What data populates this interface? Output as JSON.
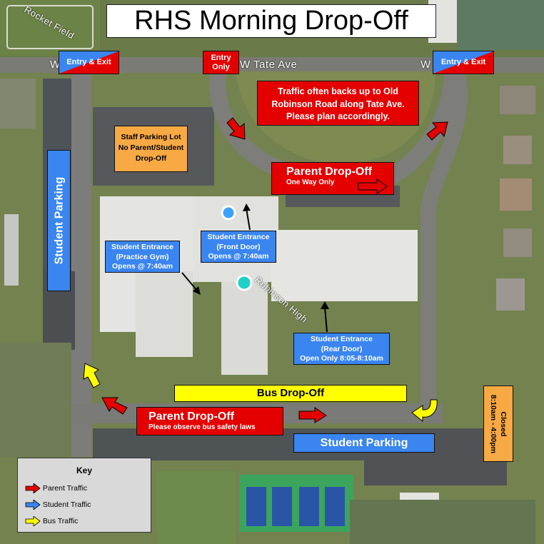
{
  "title": "RHS Morning Drop-Off",
  "street_labels": {
    "tate_west": "W",
    "tate_main": "W Tate Ave",
    "tate_east": "W",
    "rocket_field": "Rocket Field",
    "robinson_high": "Robinson High"
  },
  "labels": {
    "entry_exit_west": "Entry & Exit",
    "entry_only": "Entry Only",
    "entry_exit_east": "Entry & Exit",
    "traffic_notice": "Traffic often backs up to Old Robinson Road along Tate Ave. Please plan accordingly.",
    "staff_lot_line1": "Staff Parking Lot",
    "staff_lot_line2": "No Parent/Student Drop-Off",
    "parent_dropoff_top_title": "Parent Drop-Off",
    "parent_dropoff_top_sub": "One Way Only",
    "student_parking_left": "Student Parking",
    "entrance_front_line1": "Student Entrance",
    "entrance_front_line2": "(Front Door)",
    "entrance_front_line3": "Opens @ 7:40am",
    "entrance_gym_line1": "Student Entrance",
    "entrance_gym_line2": "(Practice Gym)",
    "entrance_gym_line3": "Opens @ 7:40am",
    "entrance_rear_line1": "Student Entrance",
    "entrance_rear_line2": "(Rear Door)",
    "entrance_rear_line3": "Open Only 8:05-8:10am",
    "bus_dropoff": "Bus Drop-Off",
    "parent_dropoff_bottom_title": "Parent Drop-Off",
    "parent_dropoff_bottom_sub": "Please observe bus safety laws",
    "student_parking_bottom": "Student Parking",
    "closed_line1": "Closed",
    "closed_line2": "8:10am - 4:00pm"
  },
  "key": {
    "title": "Key",
    "items": [
      {
        "label": "Parent Traffic",
        "color": "#e50000"
      },
      {
        "label": "Student Traffic",
        "color": "#3a85f0"
      },
      {
        "label": "Bus Traffic",
        "color": "#ffff00"
      }
    ]
  },
  "colors": {
    "parent": "#e50000",
    "student": "#3a85f0",
    "bus": "#ffff00",
    "staff": "#f7a944"
  }
}
